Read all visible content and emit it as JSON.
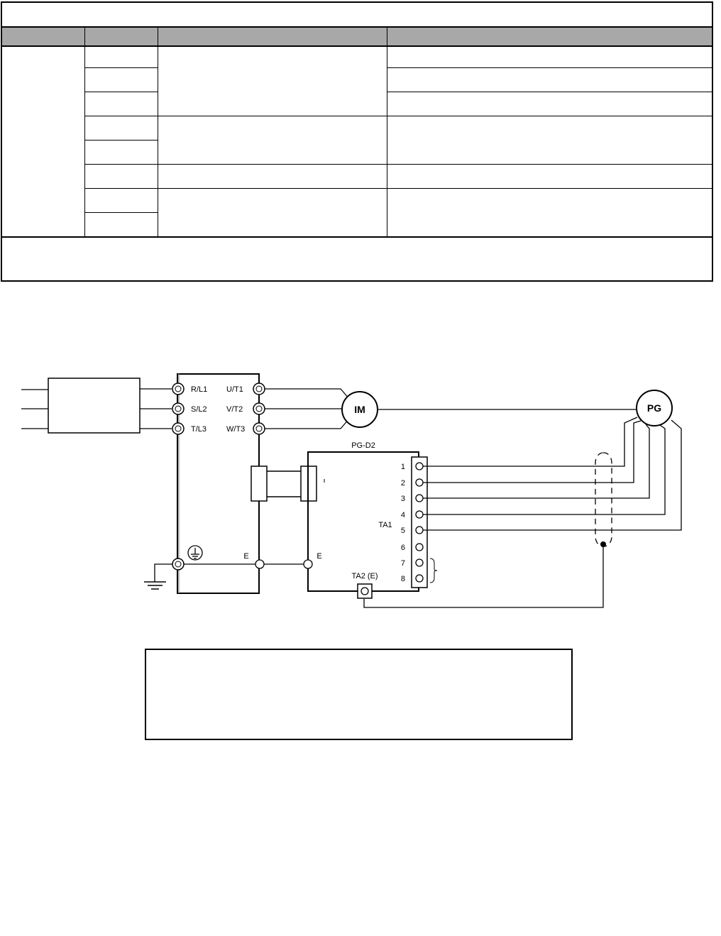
{
  "diagram": {
    "drive": {
      "input_terminals": [
        "R/L1",
        "S/L2",
        "T/L3"
      ],
      "output_terminals": [
        "U/T1",
        "V/T2",
        "W/T3"
      ],
      "ground_label": "E"
    },
    "motor_label": "IM",
    "encoder_label": "PG",
    "option_card": {
      "title": "PG-D2",
      "terminal_block": "TA1",
      "terminals": [
        "1",
        "2",
        "3",
        "4",
        "5",
        "6",
        "7",
        "8"
      ],
      "ground_terminal": "TA2 (E)",
      "ground_label": "E"
    }
  }
}
